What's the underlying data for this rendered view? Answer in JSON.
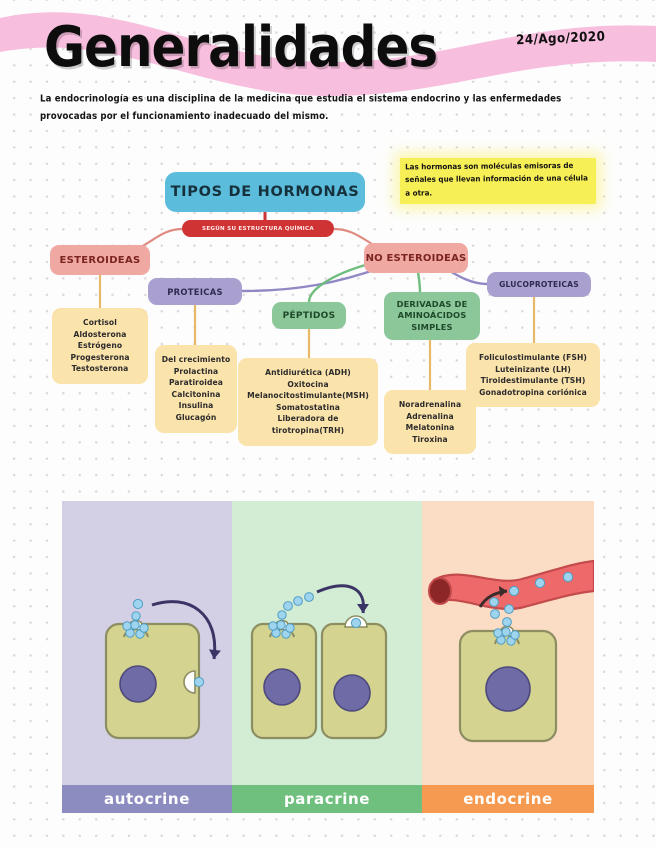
{
  "header": {
    "title": "Generalidades",
    "date": "24/Ago/2020",
    "intro": "La endocrinología es una disciplina de la medicina que estudia el sistema endocrino y las enfermedades provocadas por el funcionamiento inadecuado del mismo."
  },
  "note": {
    "text": "Las hormonas son moléculas emisoras de señales que llevan información de una célula a otra."
  },
  "mindmap": {
    "root": "TIPOS DE HORMONAS",
    "criterion": "SEGÚN SU ESTRUCTURA QUÍMICA",
    "nodes": {
      "esteroideas": "ESTEROIDEAS",
      "no_esteroideas": "NO ESTEROIDEAS",
      "proteicas": "PROTEICAS",
      "peptidos": "PÉPTIDOS",
      "derivadas": "DERIVADAS DE AMINOÁCIDOS SIMPLES",
      "glucoproteicas": "GLUCOPROTEICAS"
    },
    "lists": {
      "esteroideas": "Cortisol\nAldosterona\nEstrógeno\nProgesterona\nTestosterona",
      "proteicas": "Del crecimiento\nProlactina\nParatiroidea\nCalcitonina\nInsulina\nGlucagón",
      "peptidos": "Antidiurética (ADH)\nOxitocina\nMelanocitostimulante(MSH)\nSomatostatina\nLiberadora de\ntirotropina(TRH)",
      "derivadas": "Noradrenalina\nAdrenalina\nMelatonina\nTiroxina",
      "glucoproteicas": "Foliculostimulante (FSH)\nLuteinizante (LH)\nTiroidestimulante (TSH)\nGonadotropina coriónica"
    },
    "colors": {
      "root": "#5bbcdc",
      "criterion": "#cf3333",
      "red_node": "#f0a9a2",
      "purple_node": "#a9a0d0",
      "green_node": "#8cc799",
      "leaf_box": "#fbe3ac"
    }
  },
  "figure": {
    "panels": [
      {
        "label": "autocrine",
        "bg": "#d3d0e6",
        "label_bg": "#8d8cc0"
      },
      {
        "label": "paracrine",
        "bg": "#d3ecd4",
        "label_bg": "#6fc07f"
      },
      {
        "label": "endocrine",
        "bg": "#fbdcc4",
        "label_bg": "#f59a50"
      }
    ]
  }
}
